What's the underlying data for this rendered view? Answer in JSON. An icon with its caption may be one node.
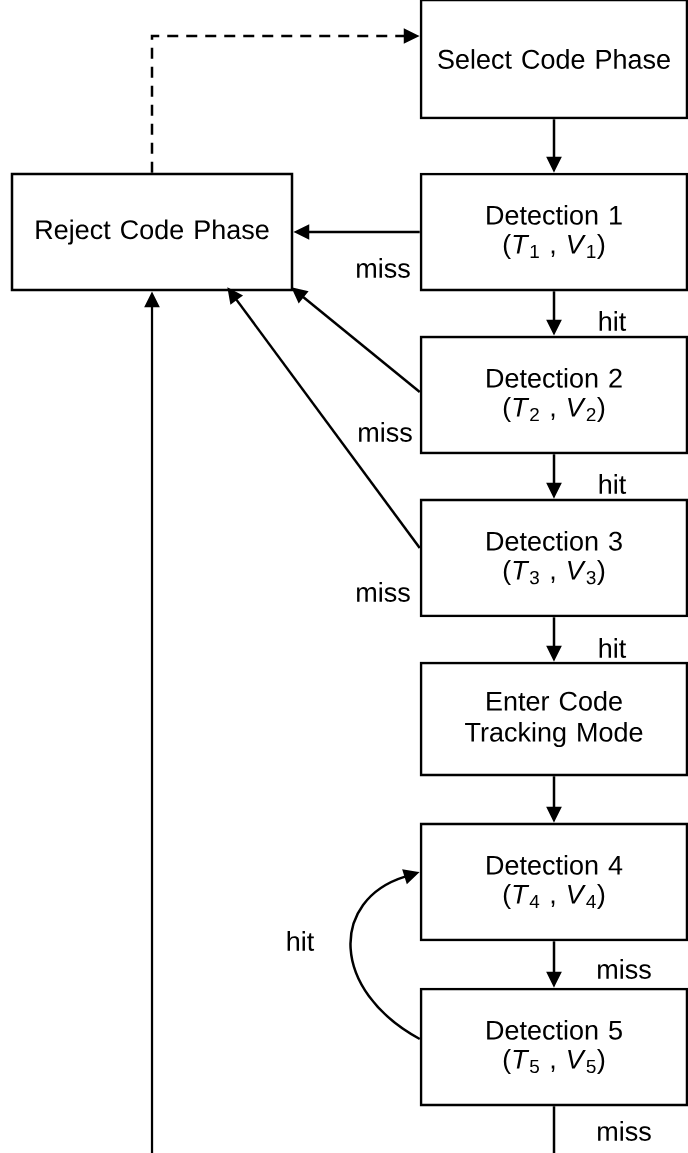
{
  "diagram": {
    "nodes": [
      {
        "text": [
          "Select Code Phase"
        ]
      },
      {
        "text": [
          "Reject Code Phase"
        ]
      },
      {
        "text": [
          "Detection 1",
          "(*T*$_{1}$ , *V*$_{1}$)"
        ]
      },
      {
        "text": [
          "Detection 2",
          "(*T*$_{2}$ , *V*$_{2}$)"
        ]
      },
      {
        "text": [
          "Detection 3",
          "(*T*$_{3}$ , *V*$_{3}$)"
        ]
      },
      {
        "text": [
          "Enter Code Tracking Mode"
        ]
      },
      {
        "text": [
          "Detection 4",
          "(*T*$_{4}$ , *V*$_{4}$)"
        ]
      },
      {
        "text": [
          "Detection 5",
          "(*T*$_{5}$ , *V*$_{5}$)"
        ]
      }
    ],
    "edges": [
      {
        "from": 1,
        "to": 0,
        "arrow": "to",
        "style": "dashed"
      },
      {
        "from": 0,
        "to": 2,
        "arrow": "to"
      },
      {
        "from": 2,
        "to": 1,
        "arrow": "to",
        "label": "miss"
      },
      {
        "from": 2,
        "to": 3,
        "arrow": "to",
        "label": "hit"
      },
      {
        "from": 3,
        "to": 1,
        "arrow": "to",
        "label": "miss"
      },
      {
        "from": 3,
        "to": 4,
        "arrow": "to",
        "label": "hit"
      },
      {
        "from": 4,
        "to": 1,
        "arrow": "to",
        "label": "miss"
      },
      {
        "from": 4,
        "to": 5,
        "arrow": "to",
        "label": "hit"
      },
      {
        "from": 5,
        "to": 6,
        "arrow": "to"
      },
      {
        "from": 6,
        "to": 7,
        "arrow": "to",
        "label": "miss"
      },
      {
        "from": 7,
        "to": 6,
        "arrow": "to",
        "label": "hit"
      },
      {
        "from": 7,
        "to": null,
        "arrow": "none",
        "label": "miss"
      },
      {
        "from": null,
        "to": 1,
        "arrow": "to"
      }
    ]
  }
}
